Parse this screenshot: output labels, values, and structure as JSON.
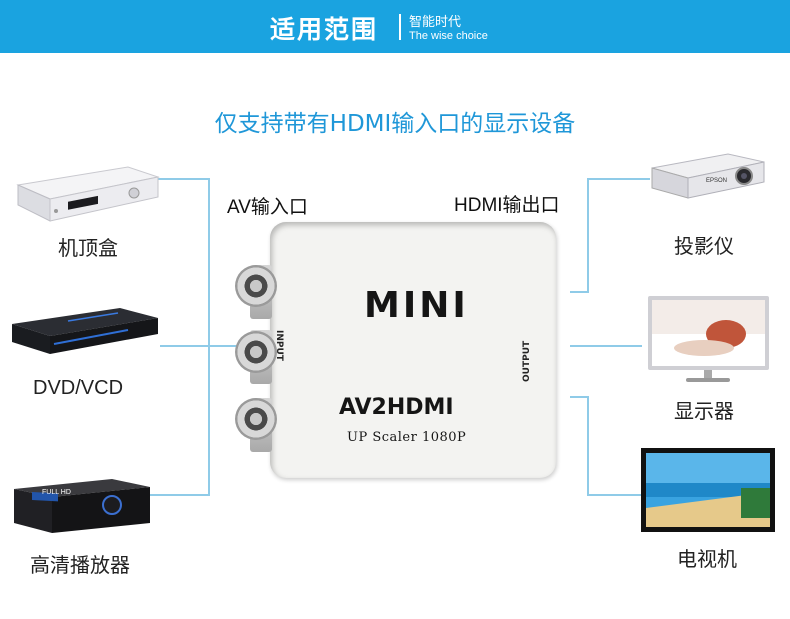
{
  "banner": {
    "title": "适用范围",
    "subtitle_cn": "智能时代",
    "subtitle_en": "The wise choice"
  },
  "headline": "仅支持带有HDMI输入口的显示设备",
  "ports": {
    "av_input": "AV输入口",
    "hdmi_output": "HDMI输出口"
  },
  "sources": [
    {
      "label": "机顶盒"
    },
    {
      "label": "DVD/VCD"
    },
    {
      "label": "高清播放器"
    }
  ],
  "displays": [
    {
      "label": "投影仪"
    },
    {
      "label": "显示器"
    },
    {
      "label": "电视机"
    }
  ],
  "adapter": {
    "brand": "MINI",
    "model": "AV2HDMI",
    "spec": "UP Scaler 1080P",
    "input_text": "INPUT",
    "output_text": "OUTPUT"
  },
  "device_text": {
    "projector_brand": "EPSON",
    "player_display": "FULL HD"
  },
  "colors": {
    "banner": "#1aa3e0",
    "headline": "#1f97d8",
    "lines": "#8fcbe8"
  }
}
